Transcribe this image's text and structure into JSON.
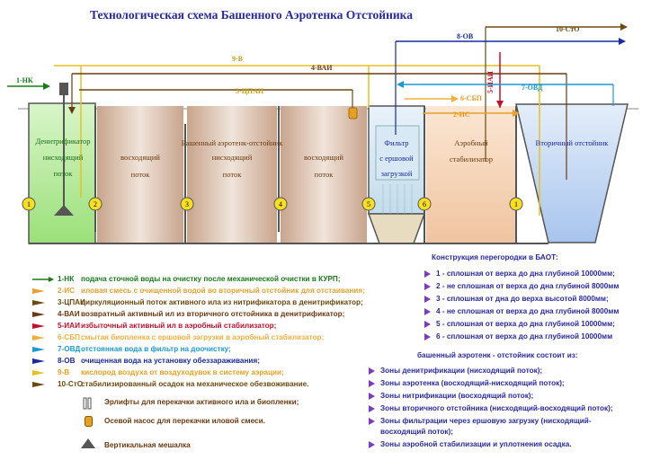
{
  "title": "Технологическая схема Башенного Аэротенка Отстойника",
  "flows": {
    "f1": "1-НК",
    "f2": "2-ИС",
    "f3": "3-ЦПАИ",
    "f4": "4-ВАИ",
    "f5": "5-ИАИ",
    "f6": "6-СБП",
    "f7": "7-ОВД",
    "f8": "8-ОВ",
    "f9": "9-В",
    "f10": "10-СтО"
  },
  "zones_labels": {
    "denit": [
      "Денитрификатор",
      "нисходящий",
      "поток"
    ],
    "up1": [
      "восходящий",
      "поток"
    ],
    "tower": "Башенный аэротенк-отстойник",
    "down2": [
      "нисходящий",
      "поток"
    ],
    "up2": [
      "восходящий",
      "поток"
    ],
    "filter": [
      "Фильтр",
      "с ершовой",
      "загрузкой"
    ],
    "stab": [
      "Аэробный",
      "стабилизатор"
    ],
    "clar": "Вторичный отстойник"
  },
  "partitions_numbers": [
    "1",
    "2",
    "3",
    "4",
    "5",
    "6",
    "1"
  ],
  "legend": [
    {
      "code": "1-НК",
      "text": "подача сточной воды на очистку  после механической очистки в  КУРП;",
      "color": "#1a7a1a"
    },
    {
      "code": "2-ИС",
      "text": "иловая смесь с очищенной водой во вторичный отстойник для отстаивания;",
      "color": "#e8a030"
    },
    {
      "code": "3-ЦПАИ",
      "text": "циркуляционный поток активного ила из нитрификатора в денитрификатор;",
      "color": "#6b4a10"
    },
    {
      "code": "4-ВАИ",
      "text": "возвратный активный ил из вторичного отстойника в денитрификатор;",
      "color": "#6b3a10"
    },
    {
      "code": "5-ИАИ",
      "text": "избыточный активный ил в аэробный стабилизатор;",
      "color": "#c0102a"
    },
    {
      "code": "6-СБП",
      "text": "смытая биопленка с ершовой загрузки в аэробный стабилизатор;",
      "color": "#f0b040"
    },
    {
      "code": "7-ОВД",
      "text": "отстоянная вода в фильтр на доочистку;",
      "color": "#1a9ad0"
    },
    {
      "code": "8-ОВ",
      "text": "очищенная вода на установку обеззараживания;",
      "color": "#1a2aa0"
    },
    {
      "code": "9-В",
      "text": "кислород воздуха от воздуходувок в систему аэрации;",
      "color": "#e8c020"
    },
    {
      "code": "10-СтО",
      "text": "стабилизированный осадок на механическое обезвоживание.",
      "color": "#6b4a10"
    }
  ],
  "devices": {
    "airlift": "Эрлифты для перекачки активного ила и биопленки;",
    "pump": "Осевой насос для перекачки иловой смеси.",
    "mixer": "Вертикальная мешалка"
  },
  "partitions": {
    "title": "Конструкция перегородки в БАОТ:",
    "items": [
      "1 - сплошная от верха до дна глубиной 10000мм;",
      "2 - не сплошная от верха до дна глубиной 8000мм",
      "3 - сплошная от дна до верха высотой 8000мм;",
      "4 - не сплошная от верха до дна глубиной 8000мм",
      "5 - сплошная от верха до дна глубиной 10000мм;",
      "6 - сплошная от верха до дна глубиной 10000мм"
    ]
  },
  "zones": {
    "title": "башенный аэротенк - отстойник состоит из:",
    "items": [
      "Зоны денитрификации (нисходящий поток);",
      "Зоны аэротенка (восходящий-нисходящий поток);",
      "Зоны нитрификации (восходящий поток);",
      "Зоны вторичного отстойника (нисходящий-восходящий поток);",
      "Зоны фильтрации через ершовую загрузку (нисходящий-",
      "восходящий поток);",
      "Зоны аэробной стабилизации и уплотнения осадка."
    ]
  }
}
